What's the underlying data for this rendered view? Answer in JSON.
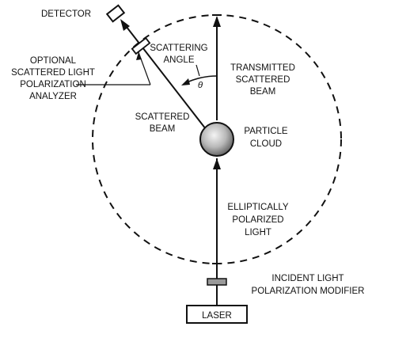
{
  "labels": {
    "detector": "DETECTOR",
    "analyzer_line1": "OPTIONAL",
    "analyzer_line2": "SCATTERED LIGHT",
    "analyzer_line3": "POLARIZATION",
    "analyzer_line4": "ANALYZER",
    "scattering_angle_line1": "SCATTERING",
    "scattering_angle_line2": "ANGLE",
    "theta": "θ",
    "transmitted_line1": "TRANSMITTED",
    "transmitted_line2": "SCATTERED",
    "transmitted_line3": "BEAM",
    "scattered_beam_line1": "SCATTERED",
    "scattered_beam_line2": "BEAM",
    "particle_cloud_line1": "PARTICLE",
    "particle_cloud_line2": "CLOUD",
    "elliptical_line1": "ELLIPTICALLY",
    "elliptical_line2": "POLARIZED",
    "elliptical_line3": "LIGHT",
    "modifier_line1": "INCIDENT LIGHT",
    "modifier_line2": "POLARIZATION MODIFIER",
    "laser": "LASER"
  },
  "icons": {
    "detector": "detector-icon",
    "analyzer": "polarization-analyzer-icon",
    "particle": "particle-cloud-icon",
    "modifier": "polarization-modifier-icon",
    "laser": "laser-box"
  },
  "colors": {
    "line": "#111111",
    "particle_highlight": "#f4f4f4",
    "particle_shadow": "#6e6e6e",
    "modifier_fill": "#9a9a9a"
  }
}
